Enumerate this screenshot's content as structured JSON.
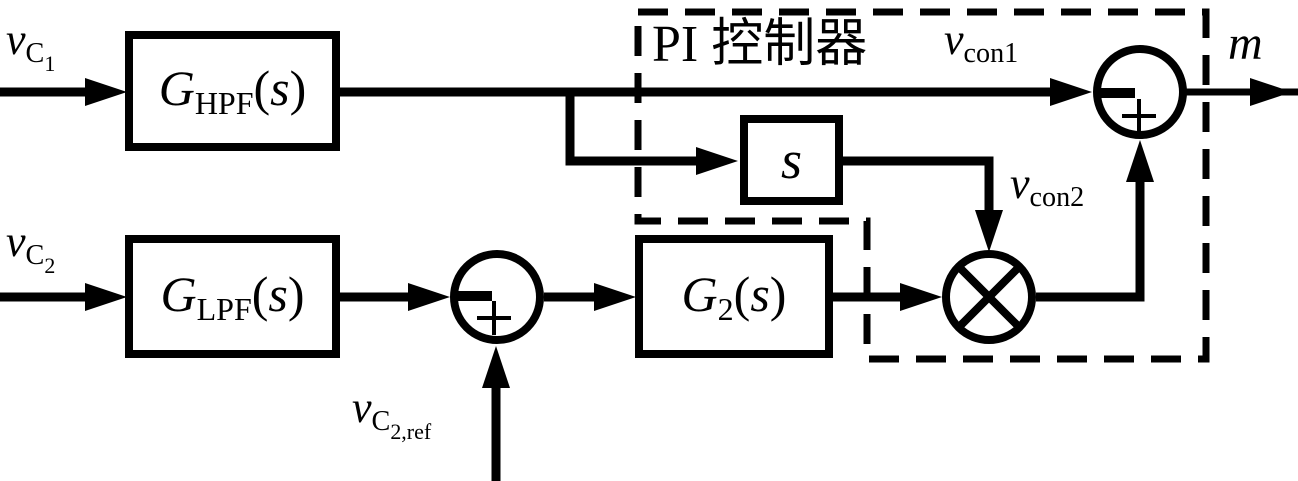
{
  "figure": {
    "type": "control-block-diagram",
    "background_color": "#ffffff",
    "line_color": "#000000"
  },
  "controller_box": {
    "label": "PI 控制器"
  },
  "blocks": {
    "hpf": {
      "base": "G",
      "sub": "HPF",
      "arg": "s"
    },
    "lpf": {
      "base": "G",
      "sub": "LPF",
      "arg": "s"
    },
    "g2": {
      "base": "G",
      "sub": "2",
      "arg": "s"
    },
    "s": {
      "base": "s"
    }
  },
  "punct": {
    "open": "(",
    "close": ")"
  },
  "signals": {
    "vc1": {
      "base": "v",
      "sub": "C",
      "subsub": "1"
    },
    "vc2": {
      "base": "v",
      "sub": "C",
      "subsub": "2"
    },
    "vc2ref": {
      "base": "v",
      "sub": "C",
      "subsub": "2,ref"
    },
    "vcon1": {
      "base": "v",
      "sub": "con1"
    },
    "vcon2": {
      "base": "v",
      "sub": "con2"
    },
    "m": {
      "base": "m"
    }
  },
  "junctions": {
    "sum_output": {
      "type": "summing",
      "horizontal_input_sign": "−",
      "vertical_input_sign": "+"
    },
    "sum_vc2": {
      "type": "summing",
      "horizontal_input_sign": "−",
      "vertical_input_sign": "+"
    },
    "multiplier": {
      "type": "product",
      "symbol": "×"
    }
  }
}
